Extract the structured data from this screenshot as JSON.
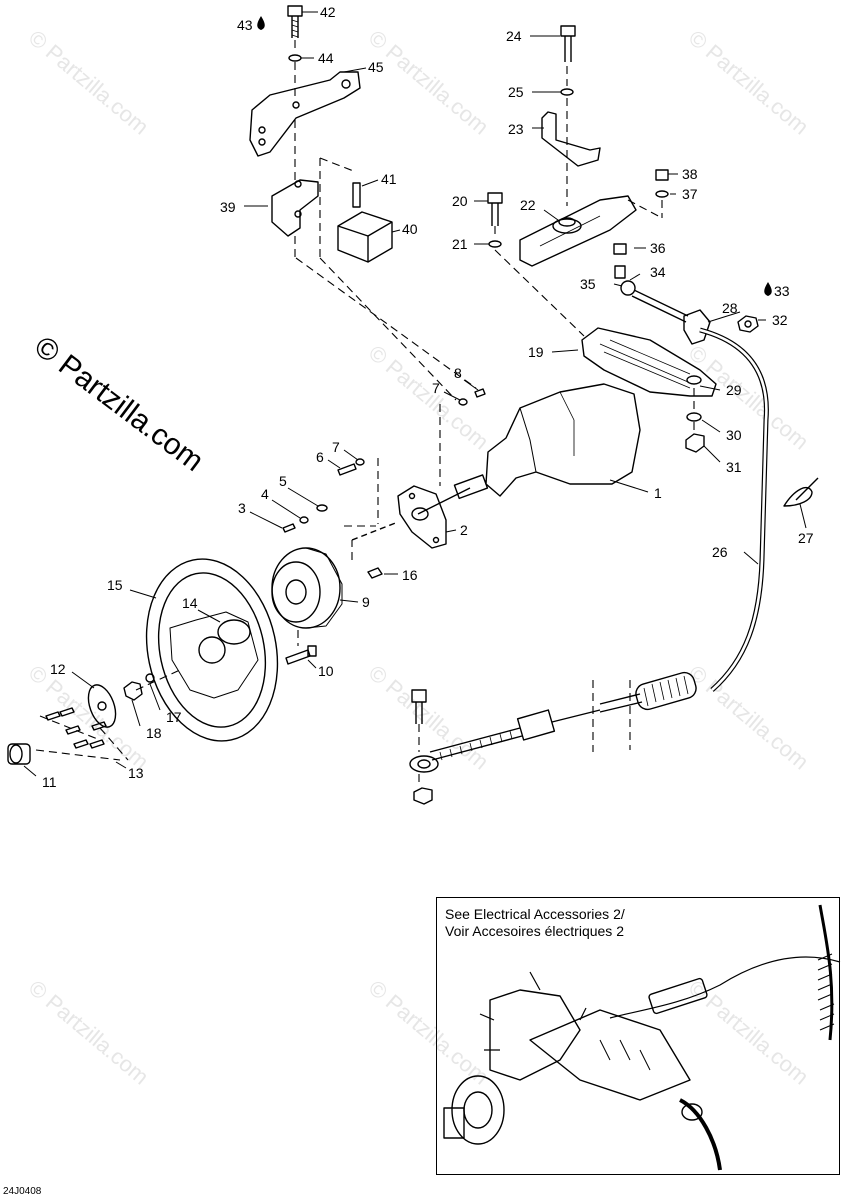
{
  "watermark": "© Partzilla.com",
  "brand": "© Partzilla.com",
  "figure_id": "24J0408",
  "inset": {
    "line1": "See Electrical Accessories 2/",
    "line2": "Voir Accesoires électriques 2"
  },
  "callouts": {
    "c1": "1",
    "c2": "2",
    "c3": "3",
    "c4": "4",
    "c5": "5",
    "c6": "6",
    "c7a": "7",
    "c7b": "7",
    "c8": "8",
    "c9": "9",
    "c10": "10",
    "c11": "11",
    "c12": "12",
    "c13": "13",
    "c14": "14",
    "c15": "15",
    "c16": "16",
    "c17": "17",
    "c18": "18",
    "c19": "19",
    "c20": "20",
    "c21": "21",
    "c22": "22",
    "c23": "23",
    "c24": "24",
    "c25": "25",
    "c26": "26",
    "c27": "27",
    "c28": "28",
    "c29": "29",
    "c30": "30",
    "c31": "31",
    "c32": "32",
    "c33": "33",
    "c34": "34",
    "c35": "35",
    "c36": "36",
    "c37": "37",
    "c38": "38",
    "c39": "39",
    "c40": "40",
    "c41": "41",
    "c42": "42",
    "c43": "43",
    "c44": "44",
    "c45": "45"
  },
  "icons": {
    "oil_drop": "oil-drop-icon"
  }
}
